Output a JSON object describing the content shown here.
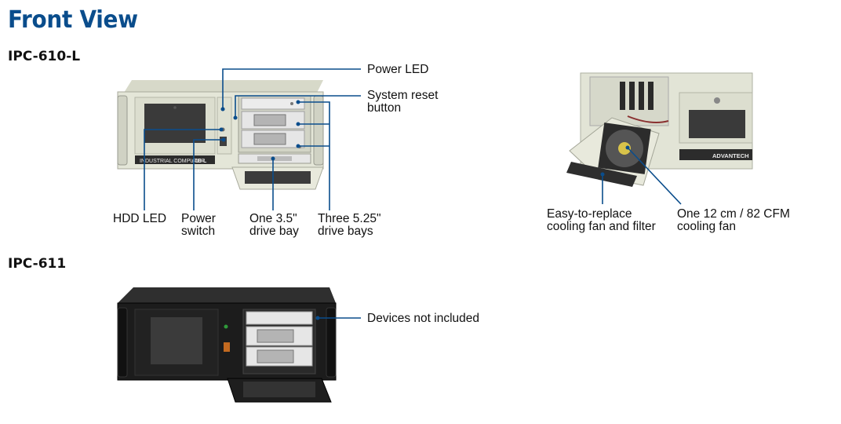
{
  "page": {
    "title": "Front View",
    "model_1": "IPC-610-L",
    "model_2": "IPC-611"
  },
  "callouts_610": {
    "power_led": "Power LED",
    "system_reset_1": "System reset",
    "system_reset_2": "button",
    "hdd_led": "HDD LED",
    "power_switch_1": "Power",
    "power_switch_2": "switch",
    "drive_35_1": "One 3.5\"",
    "drive_35_2": "drive bay",
    "drive_525_1": "Three 5.25\"",
    "drive_525_2": "drive bays"
  },
  "callouts_fan": {
    "fan_filter_1": "Easy-to-replace",
    "fan_filter_2": "cooling fan and filter",
    "fan_1": "One 12 cm / 82 CFM",
    "fan_2": "cooling fan"
  },
  "callouts_611": {
    "devices": "Devices not included"
  },
  "chassis_610": {
    "badge_text": "INDUSTRIAL COMPUTER",
    "badge_model": "610-L"
  },
  "chassis_fan": {
    "brand": "ADVANTECH"
  },
  "colors": {
    "heading": "#0a4d8c",
    "callout_line": "#0a4d8c",
    "chassis_beige": "#e4e6d8",
    "chassis_black": "#1c1c1c"
  }
}
